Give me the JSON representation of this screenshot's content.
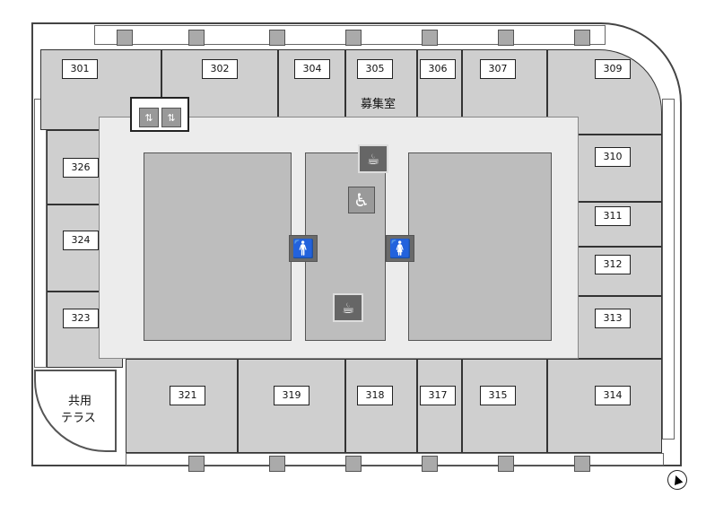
{
  "rooms": [
    "301",
    "302",
    "304",
    "305",
    "306",
    "307",
    "309",
    "310",
    "311",
    "312",
    "313",
    "314",
    "315",
    "317",
    "318",
    "319",
    "321",
    "323",
    "324",
    "326"
  ],
  "recruiting_room_label": "募集室",
  "terrace_label_line1": "共用",
  "terrace_label_line2": "テラス",
  "colors": {
    "room": "#cfcfcf",
    "corridor": "#ececec",
    "core": "#bdbdbd",
    "icon": "#7a7a7a"
  }
}
